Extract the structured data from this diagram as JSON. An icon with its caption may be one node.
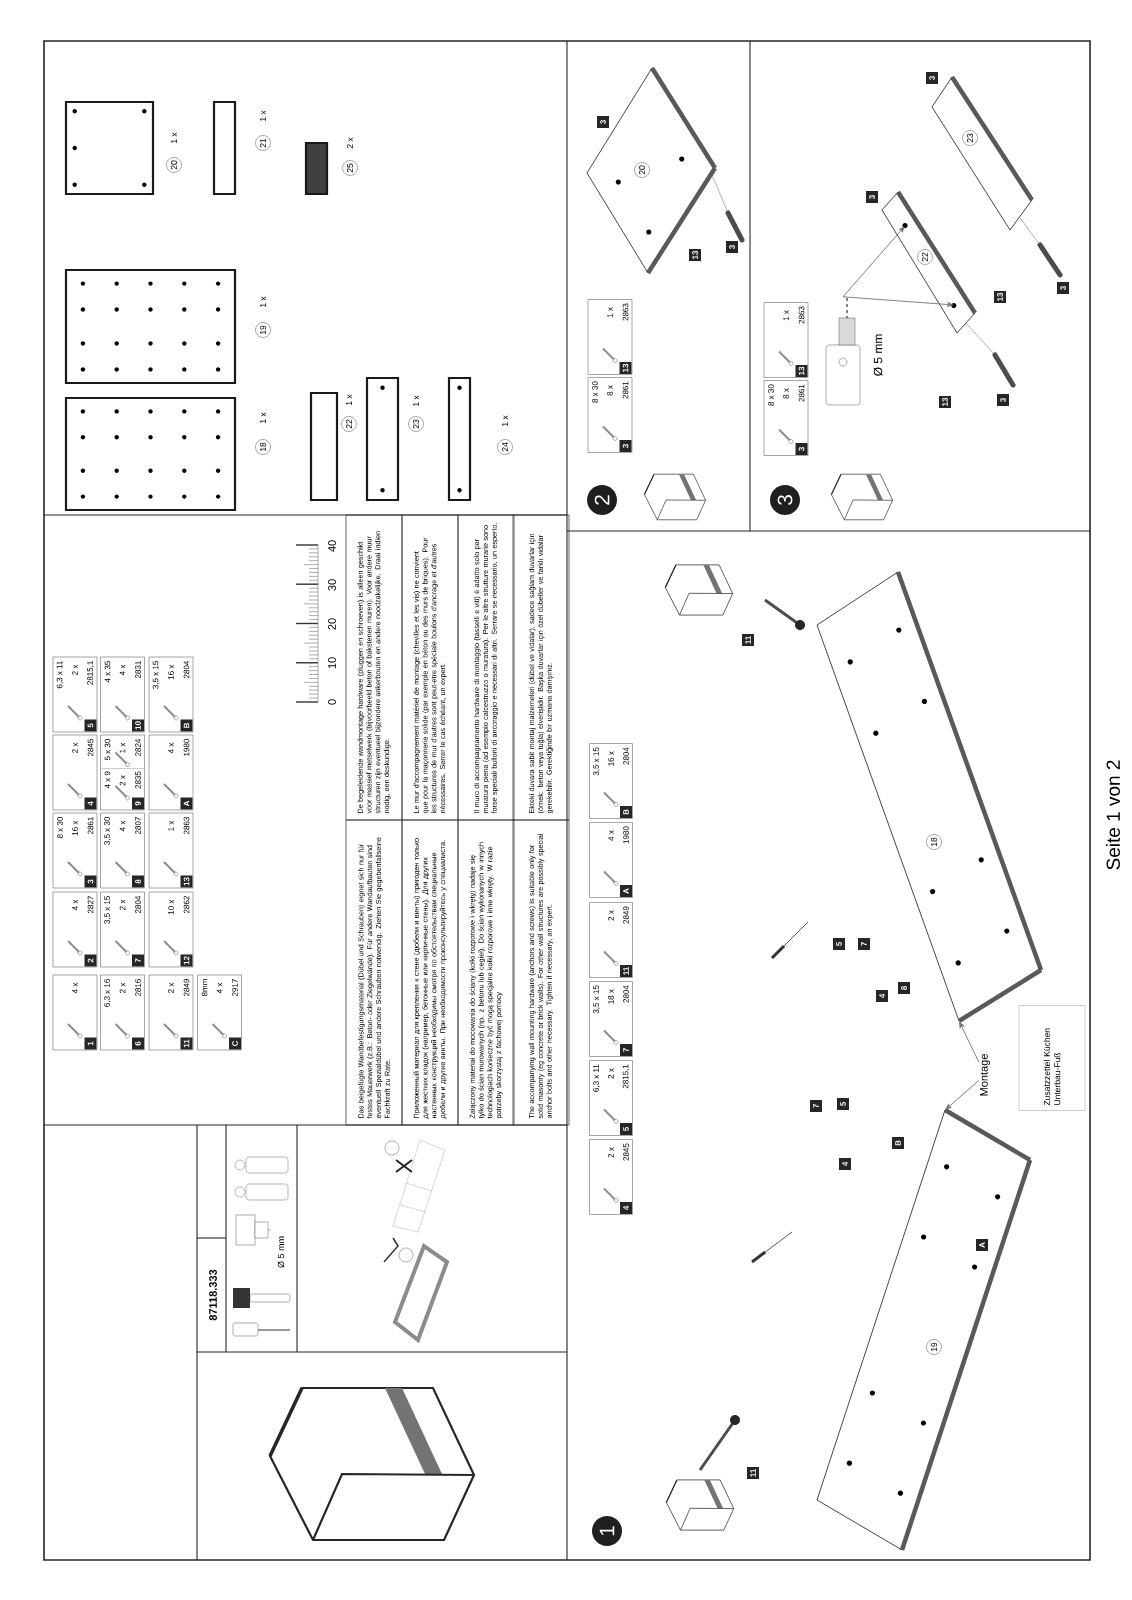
{
  "diagram": {
    "nodes": [
      {
        "text": [
          "1",
          "4 x"
        ]
      },
      {
        "text": [
          "2",
          "4 x",
          "2827"
        ]
      },
      {
        "text": [
          "3",
          "8 x 30",
          "16 x",
          "2861"
        ]
      },
      {
        "text": [
          "4",
          "2 x",
          "2845"
        ]
      },
      {
        "text": [
          "5",
          "6,3 x 11",
          "2 x",
          "2815,1"
        ]
      },
      {
        "text": [
          "6",
          "6,3 x 16",
          "2 x",
          "2816"
        ]
      },
      {
        "text": [
          "7",
          "3,5 x 15",
          "2 x",
          "2804"
        ]
      },
      {
        "text": [
          "8",
          "3,5 x 30",
          "4 x",
          "2807"
        ]
      },
      {
        "text": [
          "9",
          "4 x 9",
          "2 x",
          "2835",
          "5 x 30",
          "1 x",
          "2824"
        ]
      },
      {
        "text": [
          "10",
          "4 x 35",
          "4 x",
          "2831"
        ]
      },
      {
        "text": [
          "11",
          "2 x",
          "2849"
        ]
      },
      {
        "text": [
          "12",
          "10 x",
          "2862"
        ]
      },
      {
        "text": [
          "13",
          "1 x",
          "2863"
        ]
      },
      {
        "text": [
          "A",
          "4 x",
          "1980"
        ]
      },
      {
        "text": [
          "B",
          "3,5 x 15",
          "16 x",
          "2804"
        ]
      },
      {
        "text": [
          "C",
          "8mm",
          "4 x",
          "2917"
        ]
      },
      {
        "text": [
          "Das beigefügte Wandbefestigungsmaterial (Dübel und Schrauben) eignet sich nur für festes Mauerwerk (z.B.: Beton- oder Ziegelwände). Für andere Wandaufbauten sind eventuell Spezialdübel und andere Schrauben notwendig. Ziehen Sie gegebenfallseine Fachkraft zu Rate."
        ]
      },
      {
        "text": [
          "De begeleidende wandmontage hardware (pluggen en schroeven) is alleen geschikt voor massief metselwerk (bijvoorbeeld beton of bakstenen muren). Voor andere muur structuren zijn eventueel bijzondere ankerbouten en andere noodzakelijke. Draai indien nodig, een deskundige."
        ]
      },
      {
        "text": [
          "Приложенный материал для крепления к стене (дюбели и винты) пригоден только для жестких кладок (например, бетонные или кирпичные стены). Для других настенных конструкций необходимы смотря по обстоятельствам специальные дюбели и другие винты. При необходимости проконсультируйтесь у специалиста."
        ]
      },
      {
        "text": [
          "Le mur d'accompagnement matériel de montage (chevilles et les vis) ne convient que pour la maçonnerie solide (par exemple en béton ou des murs de briques). Pour les structures de mur d'autres sont peut-etre spéciale boulons d'ancrage et d'autres nécessaires. Serrer le cas échéant, un expert."
        ]
      },
      {
        "text": [
          "Załączony materiał do mocowania do ściany (kołki rozporowe i wkręty) nadaje się tylko do ścian murowanych (np. z betonu lub cegieł). Do ścian wykonanych w innych technologiach konieczne być mogą specjalne kołki rozporowe i inne wkręty. W razie potrzeby skorzystaj z fachowej pomocy"
        ]
      },
      {
        "text": [
          "Il muro di accompagnamento hardware di montaggio (tasselli e viti) è adatto solo per muratura piena (ad esempio calcestruzzo o muratura). Per le altre strutture murarie sono forse speciali bulloni di ancoraggio e necessari di altri. Serrare se necessario, un esperto."
        ]
      },
      {
        "text": [
          "The accompanying wall mounting hardware (anchors and screws) is suitable only for solid masonry (eg concrete or brick walls). For other wall structures are possibly special anchor bolts and other necessary. Tighten if necessary, an expert."
        ]
      },
      {
        "text": [
          "Ekteki duvara sabit montaj malzemeleri (dübel ve vidalar), sadece sağlam duvarlar için (örnek: beton veya tuğla) elverişlidir. Başka duvarlar için özel dübeller ve farklı vidalar gerekebilir. Gerektiğinde bir uzmana danışınız."
        ]
      },
      {
        "text": [
          "4",
          "2 x",
          "2845"
        ]
      },
      {
        "text": [
          "5",
          "6,3 x 11",
          "2 x",
          "2815,1"
        ]
      },
      {
        "text": [
          "7",
          "3,5 x 15",
          "18 x",
          "2804"
        ]
      },
      {
        "text": [
          "11",
          "2 x",
          "2849"
        ]
      },
      {
        "text": [
          "A",
          "4 x",
          "1980"
        ]
      },
      {
        "text": [
          "B",
          "3,5 x 15",
          "16 x",
          "2804"
        ]
      },
      {
        "text": [
          "Montage"
        ]
      },
      {
        "text": [
          "Zusatzzettel Küchen Unterbau-Fuß"
        ]
      },
      {
        "text": [
          "3",
          "8 x 30",
          "8 x",
          "2861"
        ]
      },
      {
        "text": [
          "13",
          "1 x",
          "2863"
        ]
      },
      {
        "text": [
          "3",
          "8 x 30",
          "8 x",
          "2861"
        ]
      },
      {
        "text": [
          "13",
          "1 x",
          "2863"
        ]
      },
      {
        "text": [],
        "shape": "picture"
      },
      {
        "text": [],
        "shape": "picture"
      },
      {
        "text": [],
        "shape": "picture"
      },
      {
        "text": [],
        "shape": "picture"
      },
      {
        "text": [],
        "shape": "picture"
      },
      {
        "text": [],
        "shape": "picture"
      }
    ],
    "edges": [
      {
        "from": 30,
        "to": 38,
        "arrow": "to"
      },
      {
        "from": 30,
        "to": 37,
        "arrow": "to"
      },
      {
        "from": 36,
        "to": 40,
        "arrow": "to"
      },
      {
        "from": 36,
        "to": 40,
        "arrow": "to"
      }
    ],
    "labels": [
      "87118.333",
      "Ø 5 mm",
      "18",
      "1 x",
      "19",
      "1 x",
      "20",
      "1 x",
      "21",
      "1 x",
      "22",
      "1 x",
      "23",
      "1 x",
      "24",
      "1 x",
      "25",
      "2 x",
      "0",
      "10",
      "20",
      "30",
      "40",
      "1",
      "19",
      "11",
      "4",
      "B",
      "7",
      "5",
      "A",
      "18",
      "11",
      "5",
      "7",
      "4",
      "8",
      "2",
      "20",
      "3",
      "13",
      "3",
      "3",
      "Ø 5 mm",
      "22",
      "23",
      "3",
      "3",
      "13",
      "3",
      "13",
      "3",
      "Seite 1 von 2"
    ]
  }
}
